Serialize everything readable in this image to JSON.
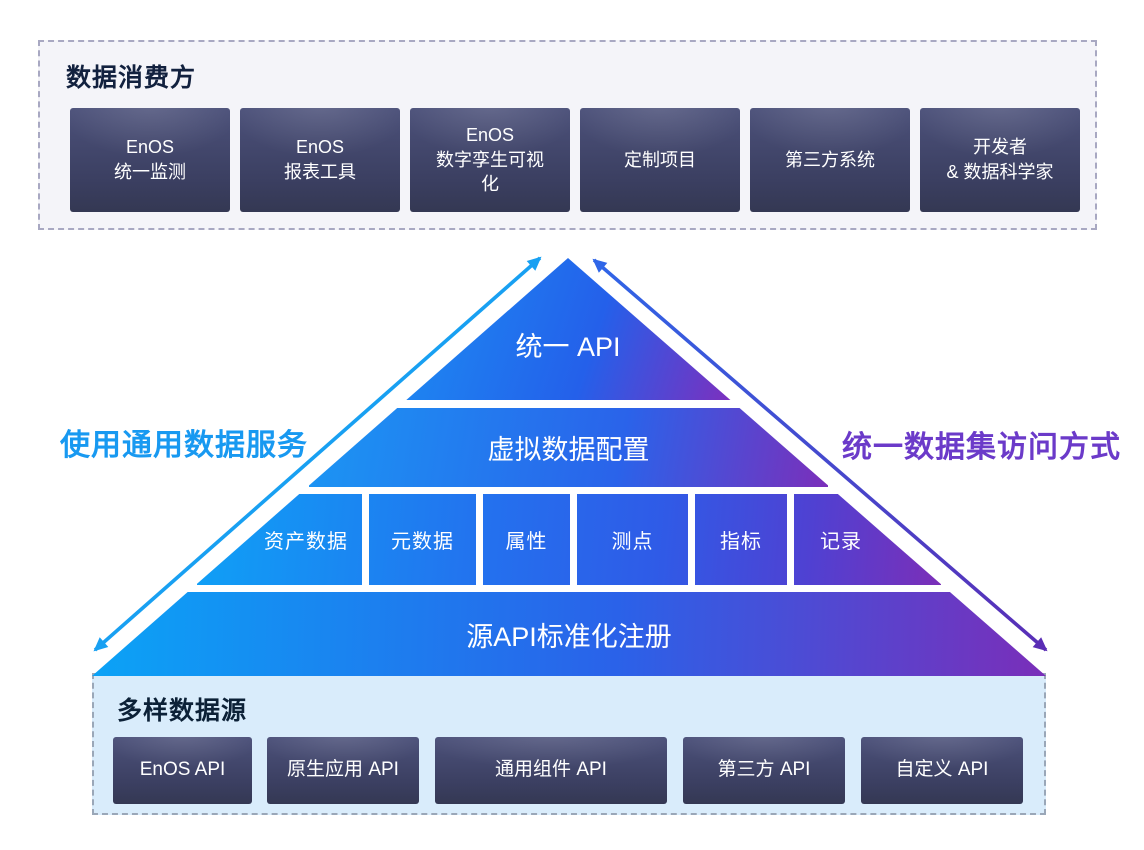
{
  "consumers_panel": {
    "title": "数据消费方",
    "boxes": [
      "EnOS\n统一监测",
      "EnOS\n报表工具",
      "EnOS\n数字孪生可视\n化",
      "定制项目",
      "第三方系统",
      "开发者\n& 数据科学家"
    ]
  },
  "pyramid": {
    "unified_api": "统一 API",
    "virtual_data_config": "虚拟数据配置",
    "data_cells": [
      "资产数据",
      "元数据",
      "属性",
      "测点",
      "指标",
      "记录"
    ],
    "source_api_registration": "源API标准化注册"
  },
  "side_labels": {
    "left": "使用通用数据服务",
    "right": "统一数据集访问方式"
  },
  "sources_panel": {
    "title": "多样数据源",
    "boxes": [
      "EnOS API",
      "原生应用 API",
      "通用组件 API",
      "第三方 API",
      "自定义 API"
    ]
  },
  "colors": {
    "left_label": "#1899f1",
    "right_label": "#6b3ac9",
    "left_arrow": "#18a0f2",
    "right_arrow_top": "#2f66e8",
    "right_arrow_bottom": "#5a2db5",
    "pyramid_blue": "#1b8cf3",
    "pyramid_purple": "#7b2fba",
    "dark_box": "#3b3f61",
    "consumers_panel_bg": "#f4f4f9",
    "sources_panel_bg": "#d9ecfb"
  }
}
